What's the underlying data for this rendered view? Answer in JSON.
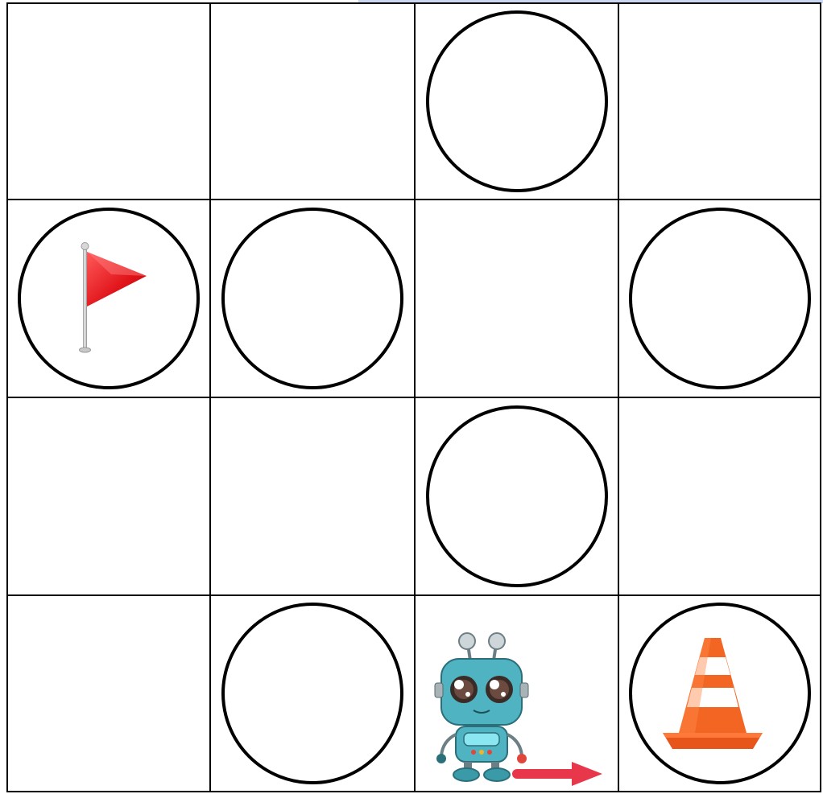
{
  "board": {
    "rows": 4,
    "cols": 4,
    "cells": [
      {
        "row": 0,
        "col": 0,
        "circle": false,
        "item": null
      },
      {
        "row": 0,
        "col": 1,
        "circle": false,
        "item": null
      },
      {
        "row": 0,
        "col": 2,
        "circle": true,
        "item": null
      },
      {
        "row": 0,
        "col": 3,
        "circle": false,
        "item": null
      },
      {
        "row": 1,
        "col": 0,
        "circle": true,
        "item": "flag"
      },
      {
        "row": 1,
        "col": 1,
        "circle": true,
        "item": null
      },
      {
        "row": 1,
        "col": 2,
        "circle": false,
        "item": null
      },
      {
        "row": 1,
        "col": 3,
        "circle": true,
        "item": null
      },
      {
        "row": 2,
        "col": 0,
        "circle": false,
        "item": null
      },
      {
        "row": 2,
        "col": 1,
        "circle": false,
        "item": null
      },
      {
        "row": 2,
        "col": 2,
        "circle": true,
        "item": null
      },
      {
        "row": 2,
        "col": 3,
        "circle": false,
        "item": null
      },
      {
        "row": 3,
        "col": 0,
        "circle": false,
        "item": null
      },
      {
        "row": 3,
        "col": 1,
        "circle": true,
        "item": null
      },
      {
        "row": 3,
        "col": 2,
        "circle": false,
        "item": "robot"
      },
      {
        "row": 3,
        "col": 3,
        "circle": true,
        "item": "cone"
      }
    ]
  },
  "robot": {
    "row": 3,
    "col": 2,
    "facing": "right"
  },
  "icons": {
    "flag": "flag-icon",
    "robot": "robot-icon",
    "cone": "traffic-cone-icon",
    "arrow": "direction-arrow-icon"
  },
  "colors": {
    "grid_line": "#000000",
    "flag": "#e0141a",
    "cone": "#f26522",
    "robot_body": "#4fb3c1",
    "arrow": "#e8374a"
  }
}
